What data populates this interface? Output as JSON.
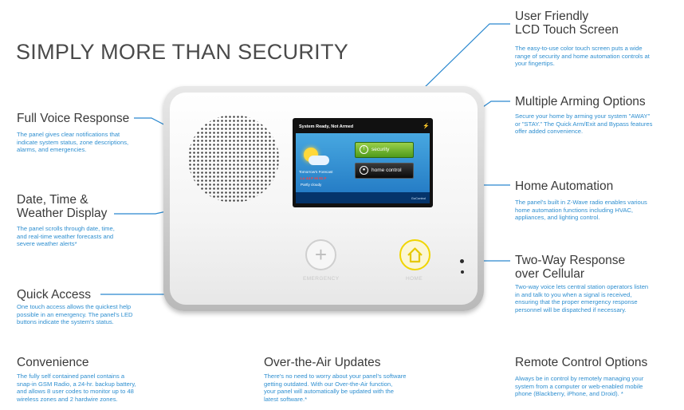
{
  "title": "SIMPLY MORE THAN SECURITY",
  "features": {
    "lcd": {
      "title_line1": "User Friendly",
      "title_line2": "LCD Touch Screen",
      "desc": [
        "The easy-to-use color touch screen puts a wide",
        "range of security and home automation controls at",
        "your fingertips."
      ]
    },
    "arming": {
      "title": "Multiple Arming Options",
      "desc": [
        "Secure your home by arming your system \"AWAY\"",
        "or \"STAY.\" The Quick Arm/Exit and Bypass features",
        "offer added convenience."
      ]
    },
    "automation": {
      "title": "Home Automation",
      "desc": [
        "The panel's built in Z-Wave radio enables various",
        "home automation functions including HVAC,",
        "appliances, and lighting control."
      ]
    },
    "two_way": {
      "title_line1": "Two-Way Response",
      "title_line2": "over Cellular",
      "desc": [
        "Two-way voice lets central station operators listen",
        "in and talk to you when a signal is received,",
        "ensuring that the proper emergency response",
        "personnel will be dispatched if necessary."
      ]
    },
    "voice": {
      "title": "Full Voice Response",
      "desc": [
        "The panel gives clear notifications that",
        "indicate system status, zone descriptions,",
        "alarms, and emergencies."
      ]
    },
    "datetime": {
      "title_line1": "Date, Time &",
      "title_line2": "Weather Display",
      "desc": [
        "The panel scrolls through date, time,",
        "and real-time weather forecasts and",
        "severe weather alerts*"
      ]
    },
    "quick": {
      "title": "Quick Access",
      "desc": [
        "One touch access allows the quickest help",
        "possible in an emergency. The panel's LED",
        "buttons indicate the system's status."
      ]
    },
    "convenience": {
      "title": "Convenience",
      "desc": [
        "The fully self contained panel contains a",
        "snap-in GSM Radio, a 24-hr. backup battery,",
        "and allows 8 user codes to monitor up to 48",
        "wireless zones and 2 hardwire zones."
      ]
    },
    "ota": {
      "title": "Over-the-Air Updates",
      "desc": [
        "There's no need to worry about your panel's software",
        "getting outdated. With our Over-the-Air function,",
        "your panel will automatically be updated with the",
        "latest software.*"
      ]
    },
    "remote": {
      "title": "Remote Control Options",
      "desc": [
        "Always be in control by remotely managing your",
        "system from a computer or web-enabled mobile",
        "phone (Blackberry, iPhone, and Droid). *"
      ]
    }
  },
  "panel": {
    "status": "System Ready, Not Armed",
    "btn_security": "security",
    "btn_home": "home control",
    "forecast_title": "Tomorrow's Forecast",
    "forecast_temp": "Lo 44 F Hi 61 F",
    "forecast_desc": "Partly cloudy",
    "brand": "GoControl",
    "emergency": "EMERGENCY",
    "home": "HOME",
    "plus": "+"
  },
  "colors": {
    "accent": "#2f8fd0",
    "heading": "#3a3a3a",
    "home_ring": "#f0d500"
  }
}
